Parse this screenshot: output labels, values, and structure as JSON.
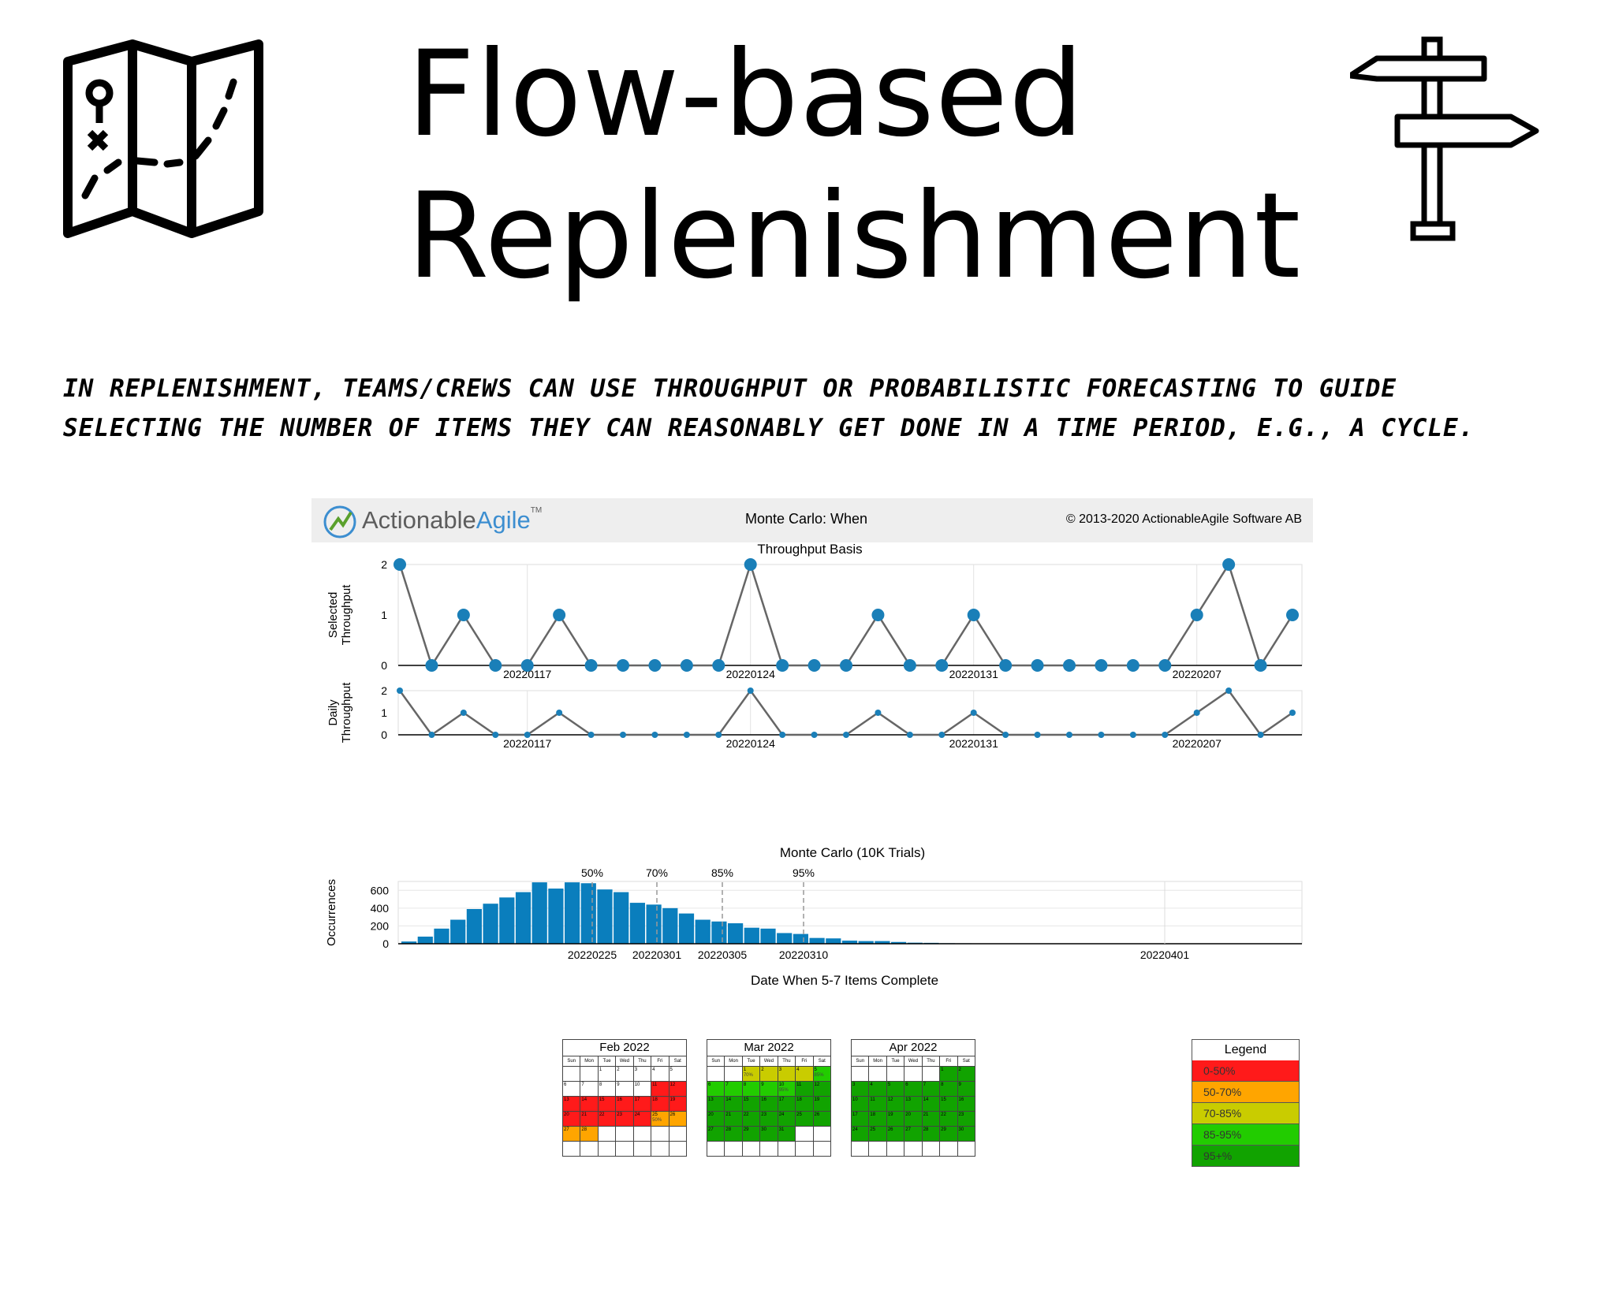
{
  "title": {
    "line1": "Flow-based",
    "line2": "Replenishment"
  },
  "intro": "IN REPLENISHMENT, TEAMS/CREWS CAN USE THROUGHPUT OR PROBABILISTIC FORECASTING TO GUIDE SELECTING THE NUMBER OF ITEMS THEY CAN REASONABLY GET DONE IN A TIME PERIOD, E.G., A CYCLE.",
  "icons": {
    "left": "treasure-map-icon",
    "right": "signpost-icon"
  },
  "report": {
    "logo_part1": "Actionable",
    "logo_part2": "Agile",
    "logo_tm": "TM",
    "header_title": "Monte Carlo: When",
    "copyright": "© 2013-2020 ActionableAgile Software AB"
  },
  "colors": {
    "marker": "#1a7fb8",
    "bar": "#0a7ebd",
    "line": "#666666",
    "red": "#ff1a1a",
    "orange": "#ffa500",
    "yellow": "#c9cc00",
    "lightgreen": "#22cc00",
    "green": "#11a300"
  },
  "chart_data": [
    {
      "type": "line",
      "title": "Throughput Basis",
      "ylabel": "Selected Throughput",
      "x_ticks": [
        "20220117",
        "20220124",
        "20220131",
        "20220207"
      ],
      "yticks": [
        0,
        1,
        2
      ],
      "ylim": [
        0,
        2
      ],
      "values": [
        2,
        0,
        1,
        0,
        0,
        1,
        0,
        0,
        0,
        0,
        0,
        2,
        0,
        0,
        0,
        1,
        0,
        0,
        1,
        0,
        0,
        0,
        0,
        0,
        0,
        1,
        2,
        0,
        1
      ]
    },
    {
      "type": "line",
      "title": "",
      "ylabel": "Daily Throughput",
      "x_ticks": [
        "20220117",
        "20220124",
        "20220131",
        "20220207"
      ],
      "yticks": [
        0,
        1,
        2
      ],
      "ylim": [
        0,
        2
      ],
      "values": [
        2,
        0,
        1,
        0,
        0,
        1,
        0,
        0,
        0,
        0,
        0,
        2,
        0,
        0,
        0,
        1,
        0,
        0,
        1,
        0,
        0,
        0,
        0,
        0,
        0,
        1,
        2,
        0,
        1
      ]
    },
    {
      "type": "bar",
      "title": "Monte Carlo (10K Trials)",
      "xlabel": "Date When 5-7 Items Complete",
      "ylabel": "Occurrences",
      "yticks": [
        0,
        200,
        400,
        600
      ],
      "ylim": [
        0,
        700
      ],
      "x_ticks": [
        "20220225",
        "20220301",
        "20220305",
        "20220310",
        "20220401"
      ],
      "percentiles": [
        "50%",
        "70%",
        "85%",
        "95%"
      ],
      "values": [
        25,
        80,
        170,
        270,
        390,
        450,
        520,
        580,
        690,
        620,
        690,
        680,
        610,
        580,
        460,
        440,
        400,
        340,
        270,
        250,
        230,
        180,
        170,
        120,
        110,
        65,
        60,
        35,
        30,
        30,
        20,
        12,
        10,
        6,
        5,
        3,
        2,
        0,
        0,
        0,
        0,
        0,
        0,
        0,
        0,
        0,
        0,
        0,
        0,
        0,
        0,
        0,
        0,
        0,
        0,
        0
      ]
    }
  ],
  "calendars": [
    {
      "title": "Feb 2022",
      "days_header": [
        "Sun",
        "Mon",
        "Tue",
        "Wed",
        "Thu",
        "Fri",
        "Sat"
      ],
      "rows": [
        [
          {
            "d": ""
          },
          {
            "d": ""
          },
          {
            "d": "1"
          },
          {
            "d": "2"
          },
          {
            "d": "3"
          },
          {
            "d": "4"
          },
          {
            "d": "5"
          }
        ],
        [
          {
            "d": "6"
          },
          {
            "d": "7"
          },
          {
            "d": "8"
          },
          {
            "d": "9"
          },
          {
            "d": "10"
          },
          {
            "d": "11",
            "c": "red"
          },
          {
            "d": "12",
            "c": "red"
          }
        ],
        [
          {
            "d": "13",
            "c": "red"
          },
          {
            "d": "14",
            "c": "red"
          },
          {
            "d": "15",
            "c": "red"
          },
          {
            "d": "16",
            "c": "red"
          },
          {
            "d": "17",
            "c": "red"
          },
          {
            "d": "18",
            "c": "red"
          },
          {
            "d": "19",
            "c": "red"
          }
        ],
        [
          {
            "d": "20",
            "c": "red"
          },
          {
            "d": "21",
            "c": "red"
          },
          {
            "d": "22",
            "c": "red"
          },
          {
            "d": "23",
            "c": "red"
          },
          {
            "d": "24",
            "c": "red"
          },
          {
            "d": "25",
            "c": "orange",
            "p": "50%"
          },
          {
            "d": "26",
            "c": "orange"
          }
        ],
        [
          {
            "d": "27",
            "c": "orange"
          },
          {
            "d": "28",
            "c": "orange"
          },
          {
            "d": ""
          },
          {
            "d": ""
          },
          {
            "d": ""
          },
          {
            "d": ""
          },
          {
            "d": ""
          }
        ],
        [
          {
            "d": ""
          },
          {
            "d": ""
          },
          {
            "d": ""
          },
          {
            "d": ""
          },
          {
            "d": ""
          },
          {
            "d": ""
          },
          {
            "d": ""
          }
        ]
      ]
    },
    {
      "title": "Mar 2022",
      "days_header": [
        "Sun",
        "Mon",
        "Tue",
        "Wed",
        "Thu",
        "Fri",
        "Sat"
      ],
      "rows": [
        [
          {
            "d": ""
          },
          {
            "d": ""
          },
          {
            "d": "1",
            "c": "yellow",
            "p": "70%"
          },
          {
            "d": "2",
            "c": "yellow"
          },
          {
            "d": "3",
            "c": "yellow"
          },
          {
            "d": "4",
            "c": "yellow"
          },
          {
            "d": "5",
            "c": "lightgreen",
            "p": "85%"
          }
        ],
        [
          {
            "d": "6",
            "c": "lightgreen"
          },
          {
            "d": "7",
            "c": "lightgreen"
          },
          {
            "d": "8",
            "c": "lightgreen"
          },
          {
            "d": "9",
            "c": "lightgreen"
          },
          {
            "d": "10",
            "c": "lightgreen",
            "p": "95%"
          },
          {
            "d": "11",
            "c": "green"
          },
          {
            "d": "12",
            "c": "green"
          }
        ],
        [
          {
            "d": "13",
            "c": "green"
          },
          {
            "d": "14",
            "c": "green"
          },
          {
            "d": "15",
            "c": "green"
          },
          {
            "d": "16",
            "c": "green"
          },
          {
            "d": "17",
            "c": "green"
          },
          {
            "d": "18",
            "c": "green"
          },
          {
            "d": "19",
            "c": "green"
          }
        ],
        [
          {
            "d": "20",
            "c": "green"
          },
          {
            "d": "21",
            "c": "green"
          },
          {
            "d": "22",
            "c": "green"
          },
          {
            "d": "23",
            "c": "green"
          },
          {
            "d": "24",
            "c": "green"
          },
          {
            "d": "25",
            "c": "green"
          },
          {
            "d": "26",
            "c": "green"
          }
        ],
        [
          {
            "d": "27",
            "c": "green"
          },
          {
            "d": "28",
            "c": "green"
          },
          {
            "d": "29",
            "c": "green"
          },
          {
            "d": "30",
            "c": "green"
          },
          {
            "d": "31",
            "c": "green"
          },
          {
            "d": ""
          },
          {
            "d": ""
          }
        ],
        [
          {
            "d": ""
          },
          {
            "d": ""
          },
          {
            "d": ""
          },
          {
            "d": ""
          },
          {
            "d": ""
          },
          {
            "d": ""
          },
          {
            "d": ""
          }
        ]
      ]
    },
    {
      "title": "Apr 2022",
      "days_header": [
        "Sun",
        "Mon",
        "Tue",
        "Wed",
        "Thu",
        "Fri",
        "Sat"
      ],
      "rows": [
        [
          {
            "d": ""
          },
          {
            "d": ""
          },
          {
            "d": ""
          },
          {
            "d": ""
          },
          {
            "d": ""
          },
          {
            "d": "1",
            "c": "green"
          },
          {
            "d": "2",
            "c": "green"
          }
        ],
        [
          {
            "d": "3",
            "c": "green"
          },
          {
            "d": "4",
            "c": "green"
          },
          {
            "d": "5",
            "c": "green"
          },
          {
            "d": "6",
            "c": "green"
          },
          {
            "d": "7",
            "c": "green"
          },
          {
            "d": "8",
            "c": "green"
          },
          {
            "d": "9",
            "c": "green"
          }
        ],
        [
          {
            "d": "10",
            "c": "green"
          },
          {
            "d": "11",
            "c": "green"
          },
          {
            "d": "12",
            "c": "green"
          },
          {
            "d": "13",
            "c": "green"
          },
          {
            "d": "14",
            "c": "green"
          },
          {
            "d": "15",
            "c": "green"
          },
          {
            "d": "16",
            "c": "green"
          }
        ],
        [
          {
            "d": "17",
            "c": "green"
          },
          {
            "d": "18",
            "c": "green"
          },
          {
            "d": "19",
            "c": "green"
          },
          {
            "d": "20",
            "c": "green"
          },
          {
            "d": "21",
            "c": "green"
          },
          {
            "d": "22",
            "c": "green"
          },
          {
            "d": "23",
            "c": "green"
          }
        ],
        [
          {
            "d": "24",
            "c": "green"
          },
          {
            "d": "25",
            "c": "green"
          },
          {
            "d": "26",
            "c": "green"
          },
          {
            "d": "27",
            "c": "green"
          },
          {
            "d": "28",
            "c": "green"
          },
          {
            "d": "29",
            "c": "green"
          },
          {
            "d": "30",
            "c": "green"
          }
        ],
        [
          {
            "d": ""
          },
          {
            "d": ""
          },
          {
            "d": ""
          },
          {
            "d": ""
          },
          {
            "d": ""
          },
          {
            "d": ""
          },
          {
            "d": ""
          }
        ]
      ]
    }
  ],
  "legend": {
    "title": "Legend",
    "items": [
      {
        "label": "0-50%",
        "color": "red"
      },
      {
        "label": "50-70%",
        "color": "orange"
      },
      {
        "label": "70-85%",
        "color": "yellow"
      },
      {
        "label": "85-95%",
        "color": "lightgreen"
      },
      {
        "label": "95+%",
        "color": "green"
      }
    ]
  }
}
